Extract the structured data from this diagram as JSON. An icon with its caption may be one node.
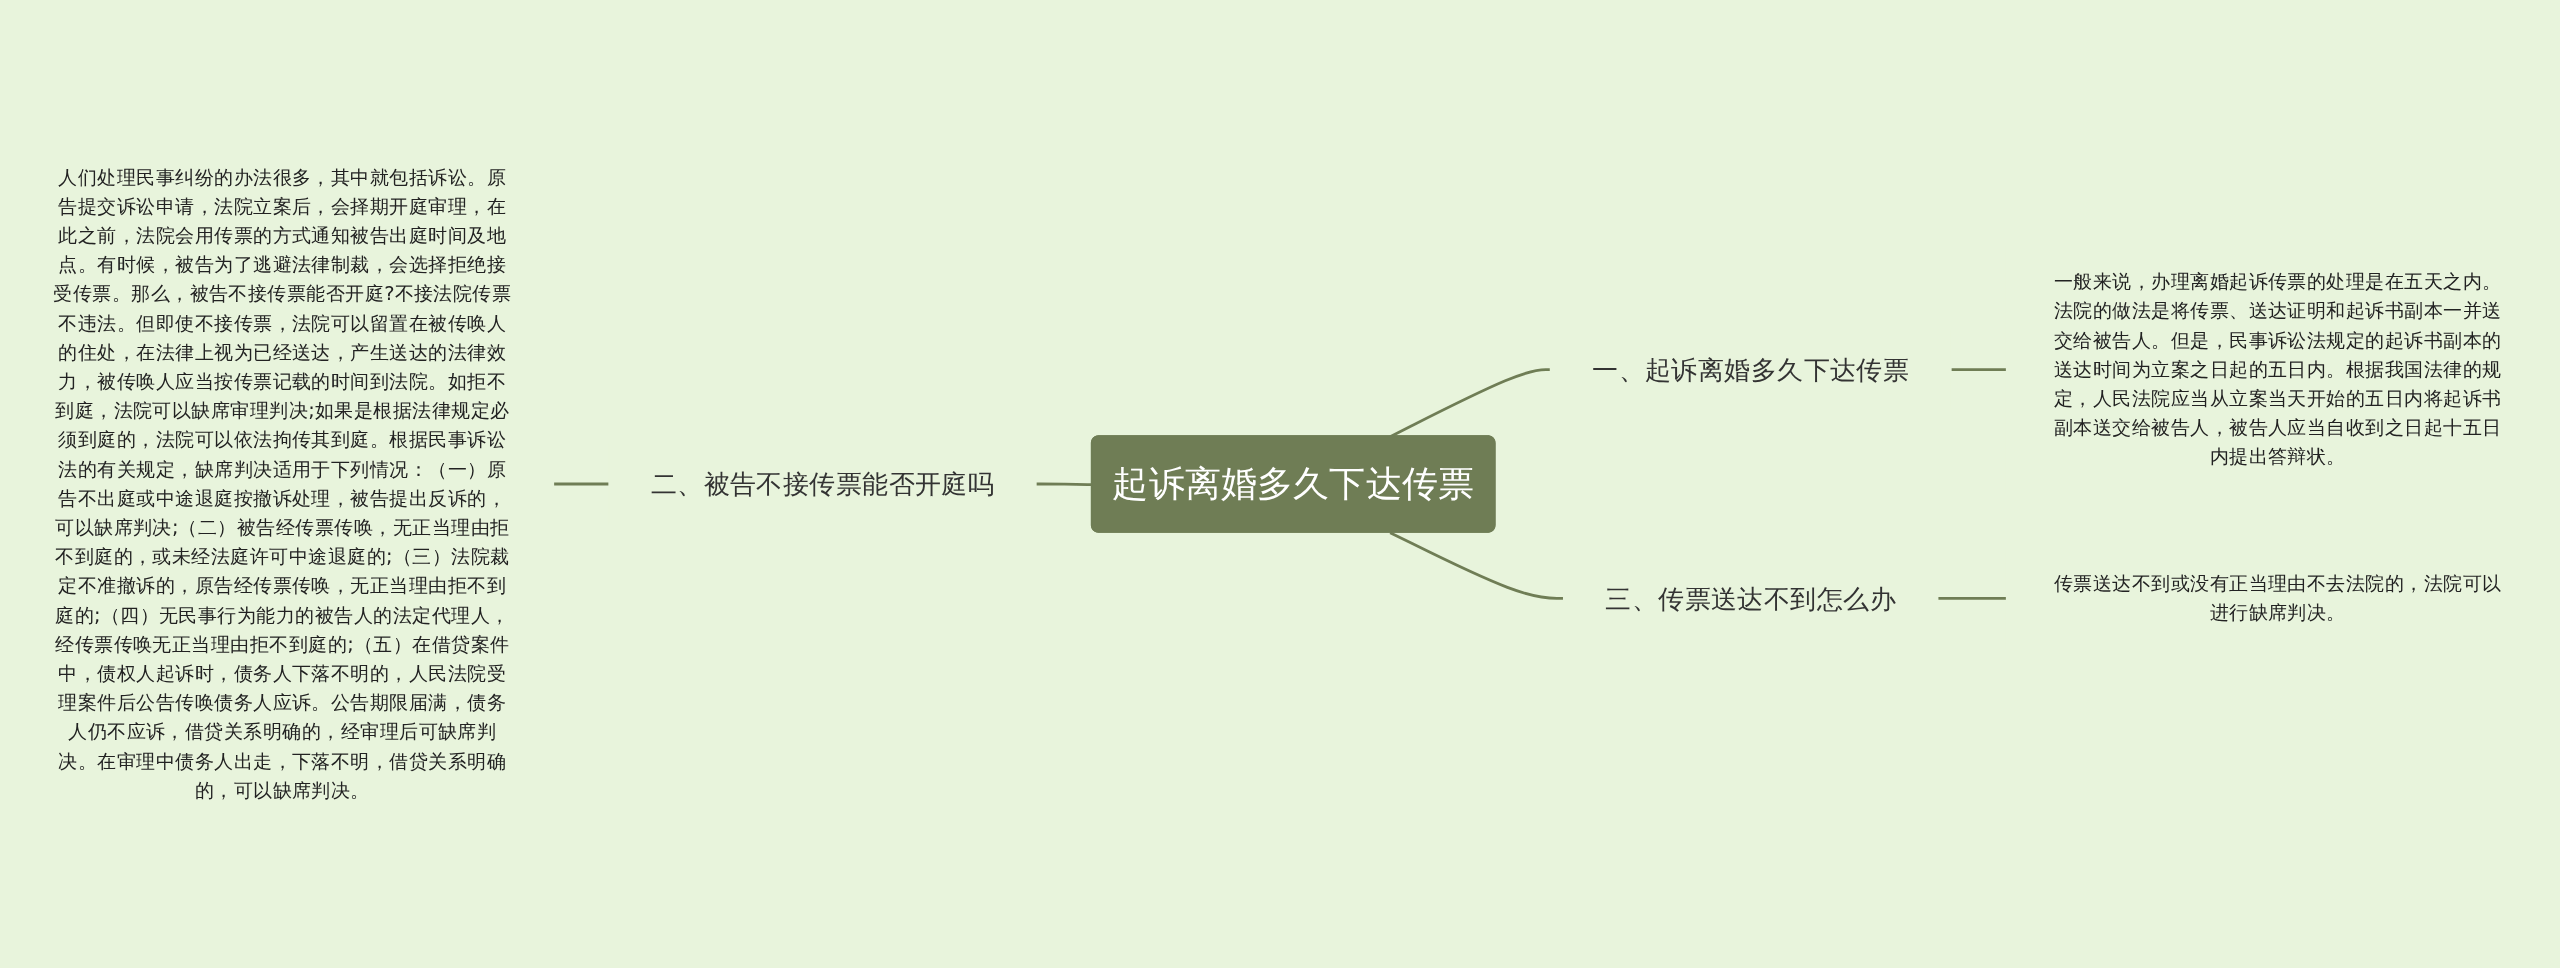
{
  "diagram": {
    "nodes": [
      {
        "text": [
          "人们处理民事纠纷的办法很多，其中就包括诉讼。原告提交诉讼申请，法院立案后，会择期开庭审理，在此之前，法院会用传票的方式通知被告出庭时间及地点。有时候，被告为了逃避法律制裁，会选择拒绝接受传票。那么，被告不接传票能否开庭?不接法院传票不违法。但即使不接传票，法院可以留置在被传唤人的住处，在法律上视为已经送达，产生送达的法律效力，被传唤人应当按传票记载的时间到法院。如拒不到庭，法院可以缺席审理判决;如果是根据法律规定必须到庭的，法院可以依法拘传其到庭。根据民事诉讼法的有关规定，缺席判决适用于下列情况：（一）原告不出庭或中途退庭按撤诉处理，被告提出反诉的，可以缺席判决;（二）被告经传票传唤，无正当理由拒不到庭的，或未经法庭许可中途退庭的;（三）法院裁定不准撤诉的，原告经传票传唤，无正当理由拒不到庭的;（四）无民事行为能力的被告人的法定代理人，经传票传唤无正当理由拒不到庭的;（五）在借贷案件中，债权人起诉时，债务人下落不明的，人民法院受理案件后公告传唤债务人应诉。公告期限届满，债务人仍不应诉，借贷关系明确的，经审理后可缺席判决。在审理中债务人出走，下落不明，借贷关系明确的，可以缺席判决。"
        ]
      },
      {
        "text": [
          "二、被告不接传票能否开庭吗"
        ]
      },
      {
        "text": [
          "起诉离婚多久下达传票"
        ]
      },
      {
        "text": [
          "一、起诉离婚多久下达传票"
        ]
      },
      {
        "text": [
          "一般来说，办理离婚起诉传票的处理是在五天之内。法院的做法是将传票、送达证明和起诉书副本一并送交给被告人。但是，民事诉讼法规定的起诉书副本的送达时间为立案之日起的五日内。根据我国法律的规定，人民法院应当从立案当天开始的五日内将起诉书副本送交给被告人，被告人应当自收到之日起十五日内提出答辩状。"
        ]
      },
      {
        "text": [
          "三、传票送达不到怎么办"
        ]
      },
      {
        "text": [
          "传票送达不到或没有正当理由不去法院的，法院可以进行缺席判决。"
        ]
      }
    ],
    "edges": [
      {
        "from": 0,
        "to": 1,
        "arrow": "none"
      },
      {
        "from": 1,
        "to": 2,
        "arrow": "none"
      },
      {
        "from": 2,
        "to": 3,
        "arrow": "none"
      },
      {
        "from": 3,
        "to": 4,
        "arrow": "none"
      },
      {
        "from": 2,
        "to": 5,
        "arrow": "none"
      },
      {
        "from": 5,
        "to": 6,
        "arrow": "none"
      }
    ]
  }
}
